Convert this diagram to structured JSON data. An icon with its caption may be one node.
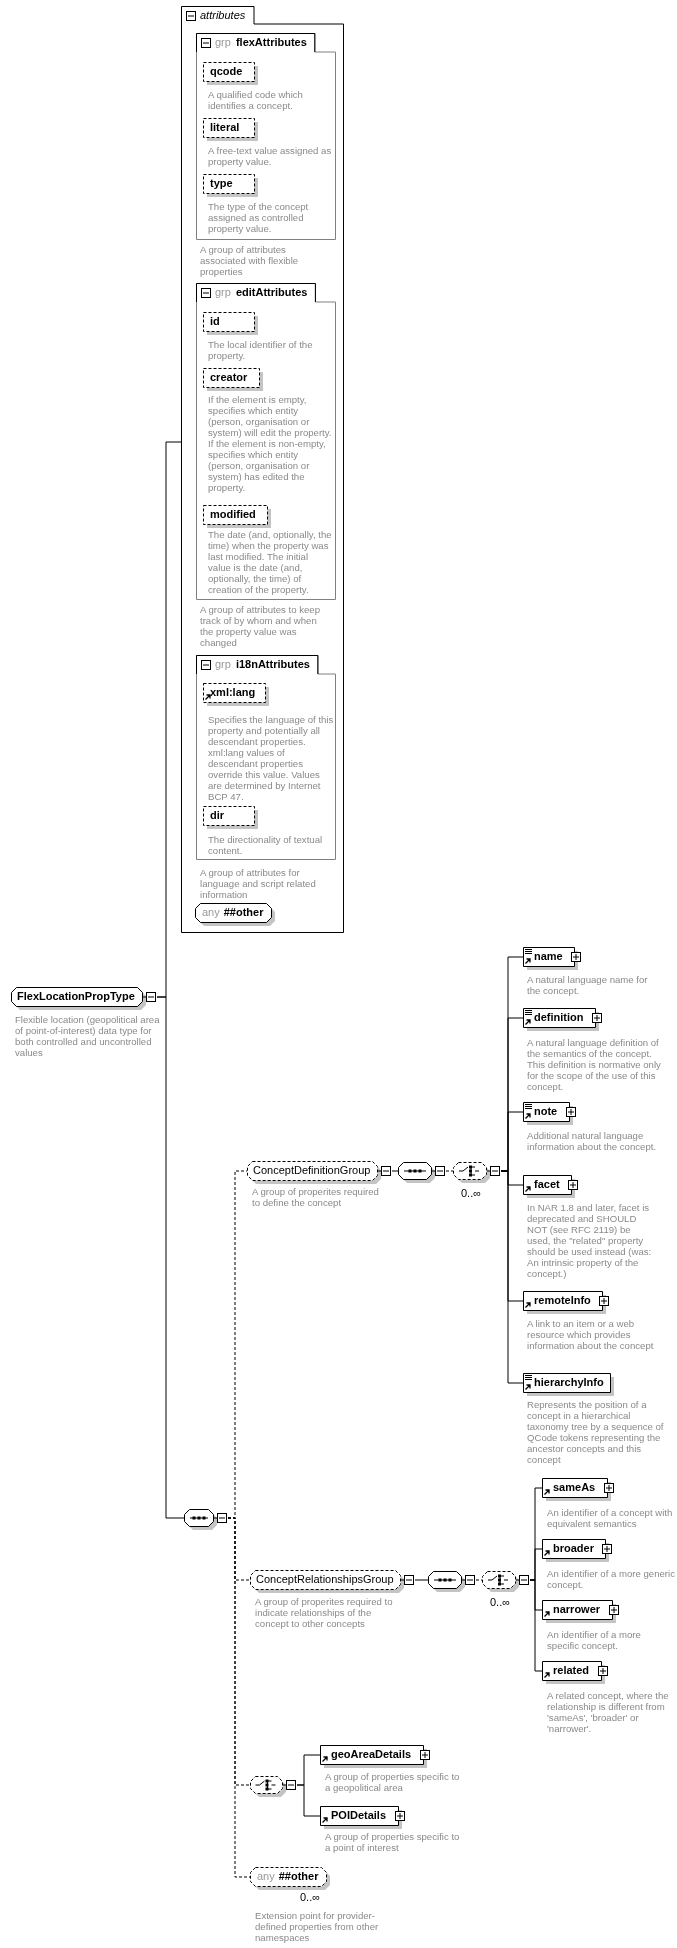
{
  "diagram": {
    "nodes": [
      {
        "text": [
          "FlexLocationPropType"
        ],
        "beside": [
          "Flexible location (geopolitical area of point-of-interest) data type for both controlled and uncontrolled values"
        ]
      },
      {
        "text": [
          "attributes"
        ]
      },
      {
        "text": [
          "grp",
          "flexAttributes"
        ],
        "in": 1,
        "beside": [
          "A group of attributes associated with flexible properties"
        ]
      },
      {
        "text": [
          "qcode"
        ],
        "in": 2,
        "beside": [
          "A qualified code which identifies a concept."
        ]
      },
      {
        "text": [
          "literal"
        ],
        "in": 2,
        "beside": [
          "A free-text value assigned as property value."
        ]
      },
      {
        "text": [
          "type"
        ],
        "in": 2,
        "beside": [
          "The type of the concept assigned as controlled property value."
        ]
      },
      {
        "text": [
          "grp",
          "editAttributes"
        ],
        "in": 1,
        "beside": [
          "A group of attributes to keep track of by whom and when the property value was changed"
        ]
      },
      {
        "text": [
          "id"
        ],
        "in": 6,
        "beside": [
          "The local identifier of the property."
        ]
      },
      {
        "text": [
          "creator"
        ],
        "in": 6,
        "beside": [
          "If the element is empty, specifies which entity (person, organisation or system) will edit the property. If the element is non-empty, specifies which entity (person, organisation or system) has edited the property."
        ]
      },
      {
        "text": [
          "modified"
        ],
        "in": 6,
        "beside": [
          "The date (and, optionally, the time) when the property was last modified. The initial value is the date (and, optionally, the time) of creation of the property."
        ]
      },
      {
        "text": [
          "grp",
          "i18nAttributes"
        ],
        "in": 1,
        "beside": [
          "A group of attributes for language and script related information"
        ]
      },
      {
        "text": [
          "xml:lang"
        ],
        "in": 10,
        "beside": [
          "Specifies the language of this property and potentially all descendant properties. xml:lang values of descendant properties override this value. Values are determined by Internet BCP 47."
        ]
      },
      {
        "text": [
          "dir"
        ],
        "in": 10,
        "beside": [
          "The directionality of textual content."
        ]
      },
      {
        "text": [
          "any",
          "##other"
        ],
        "in": 1
      },
      {
        "text": [],
        "shape": "octagon"
      },
      {
        "text": [
          "ConceptDefinitionGroup"
        ],
        "beside": [
          "A group of properites required to define the concept"
        ]
      },
      {
        "text": [],
        "shape": "octagon"
      },
      {
        "text": [],
        "shape": "octagon",
        "beside": [
          "0..∞"
        ]
      },
      {
        "text": [
          "name"
        ],
        "beside": [
          "A natural language name for the concept."
        ]
      },
      {
        "text": [
          "definition"
        ],
        "beside": [
          "A natural language definition of the semantics of the concept. This definition is normative only for the scope of the use of this concept."
        ]
      },
      {
        "text": [
          "note"
        ],
        "beside": [
          "Additional natural language information about the concept."
        ]
      },
      {
        "text": [
          "facet"
        ],
        "beside": [
          "In NAR 1.8 and later, facet is deprecated and SHOULD NOT (see RFC 2119) be used, the \"related\" property should be used instead (was: An intrinsic property of the concept.)"
        ]
      },
      {
        "text": [
          "remoteInfo"
        ],
        "beside": [
          "A link to an item or a web resource which provides information about the concept"
        ]
      },
      {
        "text": [
          "hierarchyInfo"
        ],
        "beside": [
          "Represents the position of a concept in a hierarchical taxonomy tree by a sequence of QCode tokens representing the ancestor concepts and this concept"
        ]
      },
      {
        "text": [
          "ConceptRelationshipsGroup"
        ],
        "beside": [
          "A group of properites required to indicate relationships of the concept to other concepts"
        ]
      },
      {
        "text": [],
        "shape": "octagon"
      },
      {
        "text": [],
        "shape": "octagon",
        "beside": [
          "0..∞"
        ]
      },
      {
        "text": [
          "sameAs"
        ],
        "beside": [
          "An identifier of a concept with equivalent semantics"
        ]
      },
      {
        "text": [
          "broader"
        ],
        "beside": [
          "An identifier of a more generic concept."
        ]
      },
      {
        "text": [
          "narrower"
        ],
        "beside": [
          "An identifier of a more specific concept."
        ]
      },
      {
        "text": [
          "related"
        ],
        "beside": [
          "A related concept, where the relationship is different from 'sameAs', 'broader' or 'narrower'."
        ]
      },
      {
        "text": [],
        "shape": "octagon"
      },
      {
        "text": [
          "geoAreaDetails"
        ],
        "beside": [
          "A group of properties specific to a geopolitical area"
        ]
      },
      {
        "text": [
          "POIDetails"
        ],
        "beside": [
          "A group of properties specific to a point of interest"
        ]
      },
      {
        "text": [
          "any",
          "##other"
        ],
        "beside": [
          "0..∞",
          "Extension point for provider-defined properties from other namespaces"
        ]
      }
    ],
    "edges": [
      {
        "from": 0,
        "to": 1,
        "arrow": "none"
      },
      {
        "from": 0,
        "to": 14,
        "arrow": "none"
      },
      {
        "from": 14,
        "to": 15,
        "arrow": "none",
        "style": "dashed"
      },
      {
        "from": 14,
        "to": 24,
        "arrow": "none",
        "style": "dashed"
      },
      {
        "from": 14,
        "to": 31,
        "arrow": "none",
        "style": "dashed"
      },
      {
        "from": 14,
        "to": 34,
        "arrow": "none",
        "style": "dashed"
      },
      {
        "from": 15,
        "to": 16,
        "arrow": "none"
      },
      {
        "from": 16,
        "to": 17,
        "arrow": "none",
        "style": "dashed"
      },
      {
        "from": 17,
        "to": 18,
        "arrow": "none"
      },
      {
        "from": 17,
        "to": 19,
        "arrow": "none"
      },
      {
        "from": 17,
        "to": 20,
        "arrow": "none"
      },
      {
        "from": 17,
        "to": 21,
        "arrow": "none"
      },
      {
        "from": 17,
        "to": 22,
        "arrow": "none"
      },
      {
        "from": 17,
        "to": 23,
        "arrow": "none"
      },
      {
        "from": 24,
        "to": 25,
        "arrow": "none"
      },
      {
        "from": 25,
        "to": 26,
        "arrow": "none",
        "style": "dashed"
      },
      {
        "from": 26,
        "to": 27,
        "arrow": "none"
      },
      {
        "from": 26,
        "to": 28,
        "arrow": "none"
      },
      {
        "from": 26,
        "to": 29,
        "arrow": "none"
      },
      {
        "from": 26,
        "to": 30,
        "arrow": "none"
      },
      {
        "from": 31,
        "to": 32,
        "arrow": "none"
      },
      {
        "from": 31,
        "to": 33,
        "arrow": "none"
      }
    ]
  }
}
